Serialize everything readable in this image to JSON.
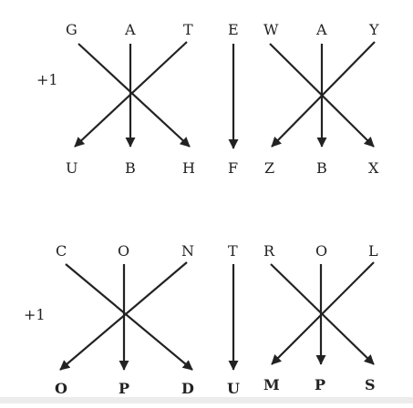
{
  "colors": {
    "ink": "#222222",
    "background": "#ffffff",
    "strip": "#ececec"
  },
  "groups": [
    {
      "id": "top-left",
      "tag": "+1",
      "top": [
        "G",
        "A",
        "T"
      ],
      "bottom": [
        "U",
        "B",
        "H"
      ]
    },
    {
      "id": "top-middle",
      "top": [
        "E"
      ],
      "bottom": [
        "F"
      ]
    },
    {
      "id": "top-right",
      "top": [
        "W",
        "A",
        "Y"
      ],
      "bottom": [
        "Z",
        "B",
        "X"
      ]
    },
    {
      "id": "bottom-left",
      "tag": "+1",
      "top": [
        "C",
        "O",
        "N"
      ],
      "bottom": [
        "O",
        "P",
        "D"
      ]
    },
    {
      "id": "bottom-middle",
      "top": [
        "T"
      ],
      "bottom": [
        "U"
      ]
    },
    {
      "id": "bottom-right",
      "top": [
        "R",
        "O",
        "L"
      ],
      "bottom": [
        "M",
        "P",
        "S"
      ]
    }
  ]
}
